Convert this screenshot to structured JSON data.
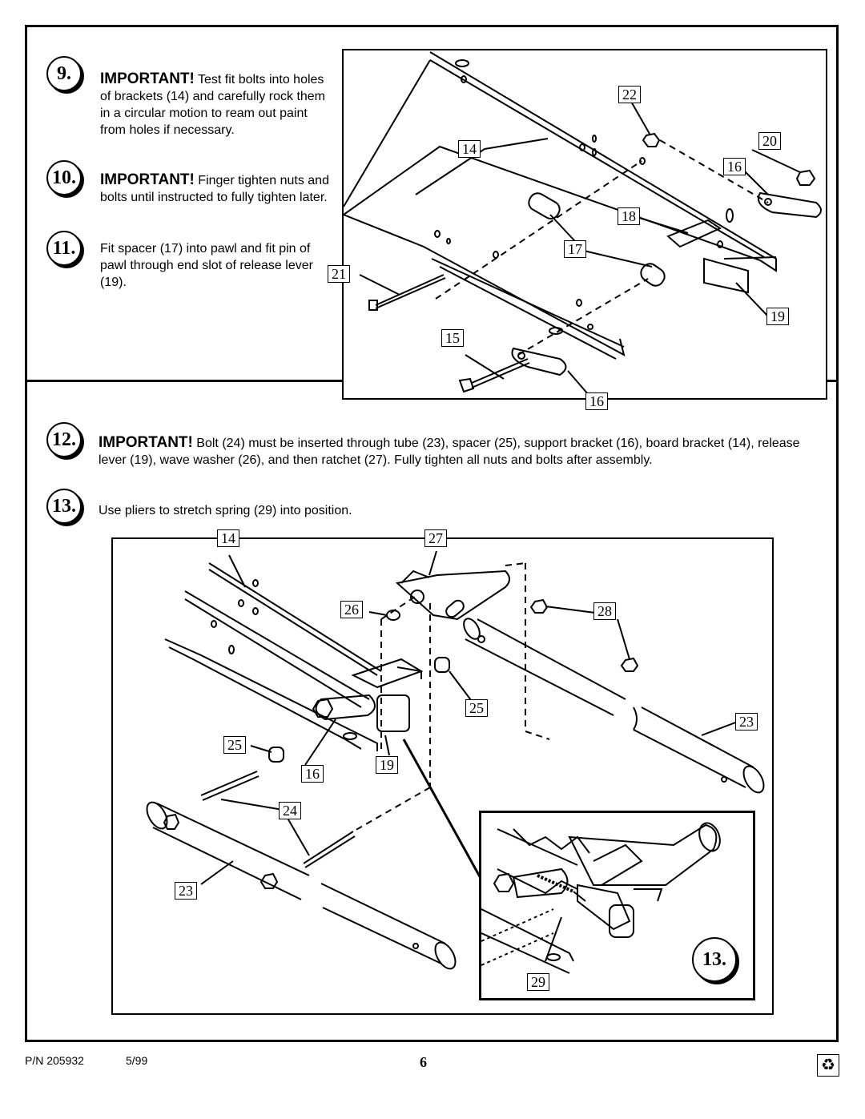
{
  "steps": [
    {
      "num": "9.",
      "lead": "IMPORTANT!",
      "text": " Test fit bolts into holes of brackets (14) and carefully rock them in a circular motion to ream out paint from holes if necessary."
    },
    {
      "num": "10.",
      "lead": "IMPORTANT!",
      "text": " Finger tighten nuts and bolts until instructed to fully tighten later."
    },
    {
      "num": "11.",
      "lead": "",
      "text": "Fit spacer (17) into pawl and fit pin of pawl through end slot of release lever (19)."
    },
    {
      "num": "12.",
      "lead": "IMPORTANT!",
      "text": " Bolt (24) must be inserted through tube (23), spacer (25), support bracket (16), board bracket (14), release lever (19), wave washer (26), and then ratchet (27).  Fully tighten all nuts and bolts after assembly."
    },
    {
      "num": "13.",
      "lead": "",
      "text": "Use pliers to stretch spring (29) into position."
    }
  ],
  "figure_top": {
    "callouts": {
      "c22": "22",
      "c20": "20",
      "c14": "14",
      "c16a": "16",
      "c18": "18",
      "c17": "17",
      "c21": "21",
      "c19": "19",
      "c15": "15",
      "c16b": "16"
    }
  },
  "figure_bottom": {
    "callouts": {
      "c14": "14",
      "c27": "27",
      "c26": "26",
      "c28": "28",
      "c25a": "25",
      "c23a": "23",
      "c25b": "25",
      "c16": "16",
      "c19": "19",
      "c24": "24",
      "c23b": "23",
      "c29": "29"
    },
    "inset_label": "13."
  },
  "footer": {
    "part_number": "P/N 205932",
    "date": "5/99",
    "page": "6",
    "recycle_icon": "recycle-icon"
  }
}
